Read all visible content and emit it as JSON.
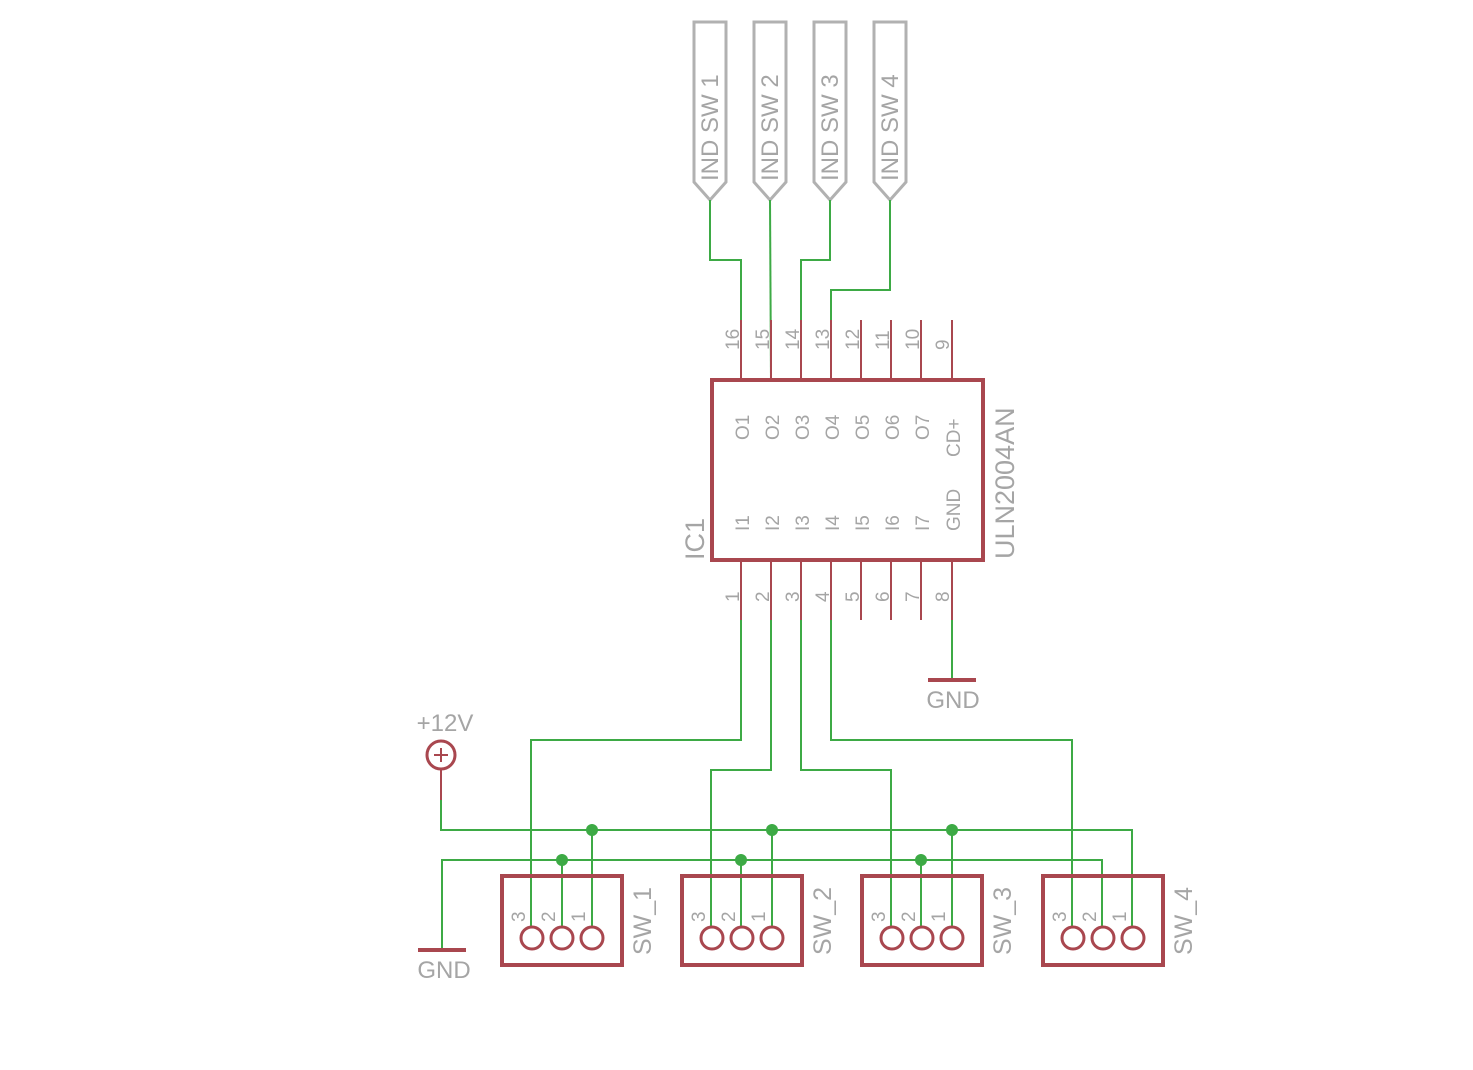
{
  "colors": {
    "wire": "#3daa45",
    "symbol": "#a9474f",
    "text": "#a5a5a5",
    "net_label": "#b1b1b1",
    "background": "#ffffff"
  },
  "net_labels": [
    "IND SW 1",
    "IND SW 2",
    "IND SW 3",
    "IND SW 4"
  ],
  "ic": {
    "name": "IC1",
    "value": "ULN2004AN",
    "top_pins": [
      {
        "num": "16",
        "label": "O1"
      },
      {
        "num": "15",
        "label": "O2"
      },
      {
        "num": "14",
        "label": "O3"
      },
      {
        "num": "13",
        "label": "O4"
      },
      {
        "num": "12",
        "label": "O5"
      },
      {
        "num": "11",
        "label": "O6"
      },
      {
        "num": "10",
        "label": "O7"
      },
      {
        "num": "9",
        "label": "CD+"
      }
    ],
    "bottom_pins": [
      {
        "num": "1",
        "label": "I1"
      },
      {
        "num": "2",
        "label": "I2"
      },
      {
        "num": "3",
        "label": "I3"
      },
      {
        "num": "4",
        "label": "I4"
      },
      {
        "num": "5",
        "label": "I5"
      },
      {
        "num": "6",
        "label": "I6"
      },
      {
        "num": "7",
        "label": "I7"
      },
      {
        "num": "8",
        "label": "GND"
      }
    ]
  },
  "power": {
    "supply": "+12V",
    "ground_ic": "GND",
    "ground_left": "GND",
    "supply_icon": "circle-plus-icon",
    "ground_icon": "ground-bar-icon"
  },
  "connectors": [
    {
      "name": "SW_1",
      "pins": [
        "3",
        "2",
        "1"
      ]
    },
    {
      "name": "SW_2",
      "pins": [
        "3",
        "2",
        "1"
      ]
    },
    {
      "name": "SW_3",
      "pins": [
        "3",
        "2",
        "1"
      ]
    },
    {
      "name": "SW_4",
      "pins": [
        "3",
        "2",
        "1"
      ]
    }
  ]
}
